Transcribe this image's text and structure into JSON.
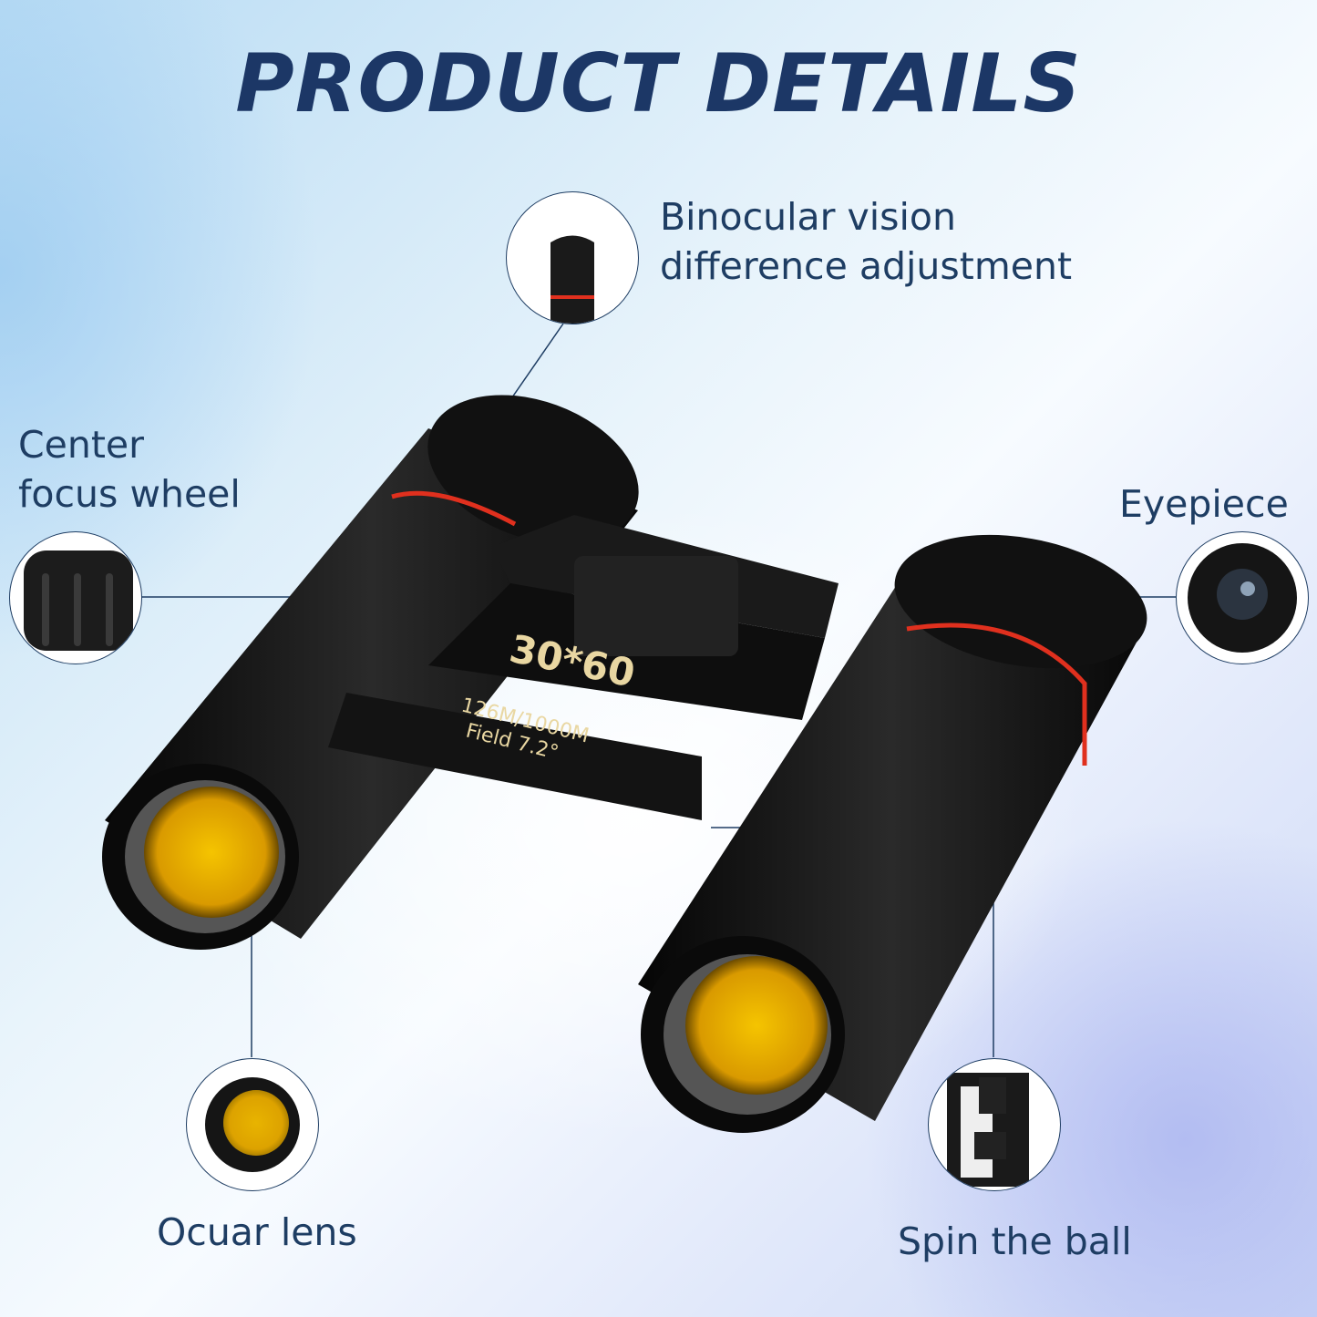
{
  "title": "PRODUCT DETAILS",
  "features": {
    "diopter": {
      "line1": "Binocular vision",
      "line2": "difference adjustment"
    },
    "focus_wheel": {
      "line1": "Center",
      "line2": "focus wheel"
    },
    "eyepiece": {
      "label": "Eyepiece"
    },
    "ocular_lens": {
      "label": "Ocuar lens"
    },
    "spin_ball": {
      "label": "Spin the ball"
    }
  },
  "product_markings": {
    "model": "30*60",
    "field_line1": "126M/1000M",
    "field_line2": "Field 7.2°"
  },
  "colors": {
    "text": "#1e3d63",
    "title": "#1c3766",
    "lens": "#e8b400",
    "accent_ring": "#e0301e",
    "marking": "#e9d7a2"
  }
}
